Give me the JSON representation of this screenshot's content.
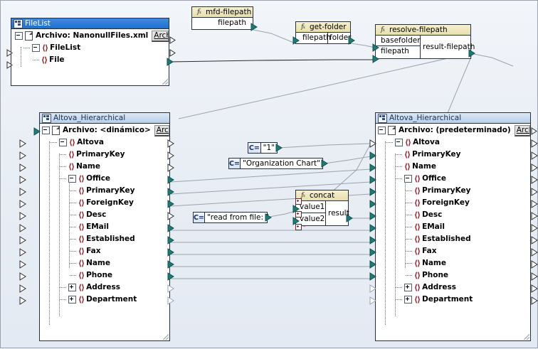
{
  "app": {
    "kind": "data-mapping-canvas"
  },
  "components": {
    "filelist": {
      "title": "FileList",
      "title_icon": "schema-tree-icon",
      "root_label": "Archivo: NanonullFiles.xml",
      "root_button": "Archivo",
      "nodes": [
        {
          "label": "FileList",
          "icon": "element-icon",
          "toggle": "minus",
          "depth": 1
        },
        {
          "label": "File",
          "icon": "element-icon",
          "toggle": "none",
          "depth": 2
        }
      ]
    },
    "mfd_filepath": {
      "title": "mfd-filepath",
      "title_icon": "function-fx-icon",
      "outputs": [
        "filepath"
      ]
    },
    "get_folder": {
      "title": "get-folder",
      "title_icon": "function-fx-icon",
      "inputs": [
        "filepath"
      ],
      "outputs": [
        "folder"
      ]
    },
    "resolve_filepath": {
      "title": "resolve-filepath",
      "title_icon": "function-fx-icon",
      "inputs": [
        "basefolder",
        "filepath"
      ],
      "outputs": [
        "result-filepath"
      ]
    },
    "concat": {
      "title": "concat",
      "title_icon": "function-fx-icon",
      "inputs": [
        "value1",
        "value2"
      ],
      "outputs": [
        "result"
      ]
    },
    "constants": [
      {
        "name": "const-one",
        "icon": "constant-icon",
        "icon_label": "C=",
        "value": "\"1\""
      },
      {
        "name": "const-organization-chart",
        "icon": "constant-icon",
        "icon_label": "C=",
        "value": "\"Organization Chart\""
      },
      {
        "name": "const-read-from-file",
        "icon": "constant-icon",
        "icon_label": "C=",
        "value": "\"read from file: \""
      }
    ],
    "source_schema": {
      "title": "Altova_Hierarchical",
      "title_icon": "schema-tree-icon",
      "root_label": "Archivo: <dinámico>",
      "root_button": "Archivo",
      "nodes": [
        {
          "label": "Altova",
          "toggle": "minus",
          "depth": 1,
          "out": "open"
        },
        {
          "label": "PrimaryKey",
          "toggle": "none",
          "depth": 2,
          "out": "open"
        },
        {
          "label": "Name",
          "toggle": "none",
          "depth": 2,
          "out": "open"
        },
        {
          "label": "Office",
          "toggle": "minus",
          "depth": 2,
          "out": "filled"
        },
        {
          "label": "PrimaryKey",
          "toggle": "none",
          "depth": 3,
          "out": "filled"
        },
        {
          "label": "ForeignKey",
          "toggle": "none",
          "depth": 3,
          "out": "filled"
        },
        {
          "label": "Desc",
          "toggle": "none",
          "depth": 3,
          "out": "open"
        },
        {
          "label": "EMail",
          "toggle": "none",
          "depth": 3,
          "out": "filled"
        },
        {
          "label": "Established",
          "toggle": "none",
          "depth": 3,
          "out": "filled"
        },
        {
          "label": "Fax",
          "toggle": "none",
          "depth": 3,
          "out": "filled"
        },
        {
          "label": "Name",
          "toggle": "none",
          "depth": 3,
          "out": "filled"
        },
        {
          "label": "Phone",
          "toggle": "none",
          "depth": 3,
          "out": "filled"
        },
        {
          "label": "Address",
          "toggle": "plus",
          "depth": 2,
          "out": "ghost"
        },
        {
          "label": "Department",
          "toggle": "plus",
          "depth": 2,
          "out": "ghost"
        }
      ]
    },
    "target_schema": {
      "title": "Altova_Hierarchical",
      "title_icon": "schema-tree-icon",
      "root_label": "Archivo: (predeterminado)",
      "root_button": "Arch",
      "nodes": [
        {
          "label": "Altova",
          "toggle": "minus",
          "depth": 1,
          "in": "open"
        },
        {
          "label": "PrimaryKey",
          "toggle": "none",
          "depth": 2,
          "in": "filled"
        },
        {
          "label": "Name",
          "toggle": "none",
          "depth": 2,
          "in": "filled"
        },
        {
          "label": "Office",
          "toggle": "minus",
          "depth": 2,
          "in": "filled"
        },
        {
          "label": "PrimaryKey",
          "toggle": "none",
          "depth": 3,
          "in": "filled"
        },
        {
          "label": "ForeignKey",
          "toggle": "none",
          "depth": 3,
          "in": "filled"
        },
        {
          "label": "Desc",
          "toggle": "none",
          "depth": 3,
          "in": "filled"
        },
        {
          "label": "EMail",
          "toggle": "none",
          "depth": 3,
          "in": "filled"
        },
        {
          "label": "Established",
          "toggle": "none",
          "depth": 3,
          "in": "filled"
        },
        {
          "label": "Fax",
          "toggle": "none",
          "depth": 3,
          "in": "filled"
        },
        {
          "label": "Name",
          "toggle": "none",
          "depth": 3,
          "in": "filled"
        },
        {
          "label": "Phone",
          "toggle": "none",
          "depth": 3,
          "in": "filled"
        },
        {
          "label": "Address",
          "toggle": "plus",
          "depth": 2,
          "in": "ghost"
        },
        {
          "label": "Department",
          "toggle": "plus",
          "depth": 2,
          "in": "ghost"
        }
      ]
    }
  },
  "colors": {
    "canvas_bg": "#eef2f7",
    "title_active": "#1e6fd0",
    "title_inactive": "#b9cfe9",
    "function_header": "#e8dfae",
    "node_icon": "#9b1c26",
    "port_filled": "#1d7a74",
    "wire": "#3b3b3b",
    "wire_light": "#9aa3ad"
  }
}
